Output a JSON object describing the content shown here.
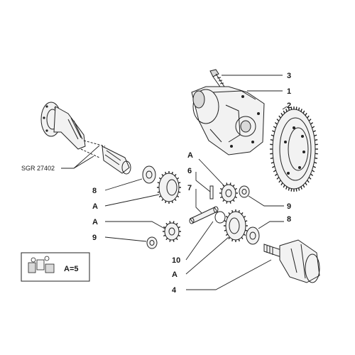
{
  "reference_code": "SGR 27402",
  "callouts": {
    "bolt": "3",
    "housing": "1",
    "ring_gear": "2",
    "washer_right": "9",
    "washer_right_lower": "8",
    "axle": "4",
    "washer_left_upper": "8",
    "gear_left_upper": "A",
    "gear_top_small": "A",
    "pin_small": "6",
    "shaft": "7",
    "gear_left_mid": "A",
    "washer_left_lower": "9",
    "ring_small": "10",
    "gear_bottom": "A"
  },
  "legend": {
    "text": "A=5"
  },
  "colors": {
    "line": "#222222",
    "background": "#ffffff"
  }
}
